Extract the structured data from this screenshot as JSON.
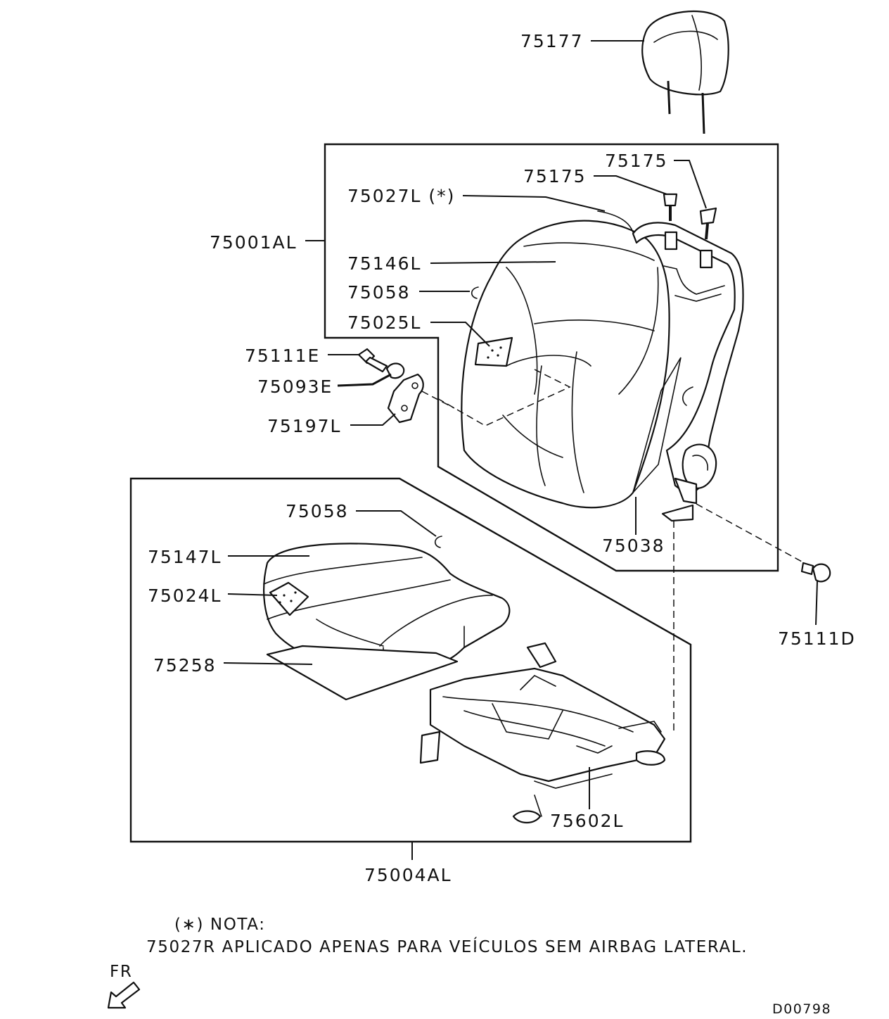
{
  "labels": {
    "headrest": "75177",
    "clip_right": "75175",
    "clip_left": "75175",
    "side_airbag_pad": "75027L (*)",
    "seatback_assy": "75001AL",
    "back_cover": "75146L",
    "back_hog_ring": "75058",
    "back_heater_pad": "75025L",
    "bolt_upper": "75111E",
    "nut": "75093E",
    "bracket": "75197L",
    "back_frame": "75038",
    "bolt_lower": "75111D",
    "cushion_hog_ring": "75058",
    "cushion_cover": "75147L",
    "cushion_heater_pad": "75024L",
    "cushion_mat": "75258",
    "cushion_frame": "75602L",
    "cushion_assy": "75004AL"
  },
  "note": {
    "title": "(∗) NOTA:",
    "text": "75027R APLICADO APENAS PARA VEÍCULOS SEM AIRBAG LATERAL."
  },
  "direction": {
    "label": "FR",
    "icon": "front-arrow-icon"
  },
  "drawing_code": "D00798"
}
